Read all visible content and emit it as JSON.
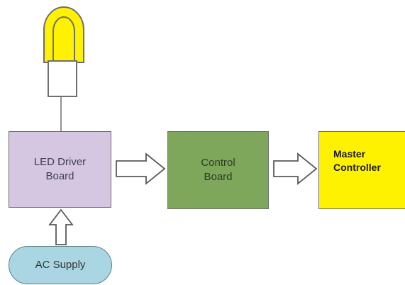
{
  "nodes": {
    "led_driver_board": {
      "line1": "LED Driver",
      "line2": "Board"
    },
    "control_board": {
      "line1": "Control",
      "line2": "Board"
    },
    "master_controller": {
      "line1": "Master",
      "line2": "Controller"
    },
    "ac_supply": {
      "label": "AC Supply"
    }
  },
  "colors": {
    "led_driver_board_fill": "#d5c6e2",
    "control_board_fill": "#7ea75c",
    "master_controller_fill": "#fff200",
    "ac_supply_fill": "#a9d6e2",
    "led_bulb_fill": "#fff200",
    "arrow_fill": "#ffffff",
    "stroke": "#6f6f6f"
  },
  "icons": {
    "bulb": "led-bulb-icon"
  }
}
